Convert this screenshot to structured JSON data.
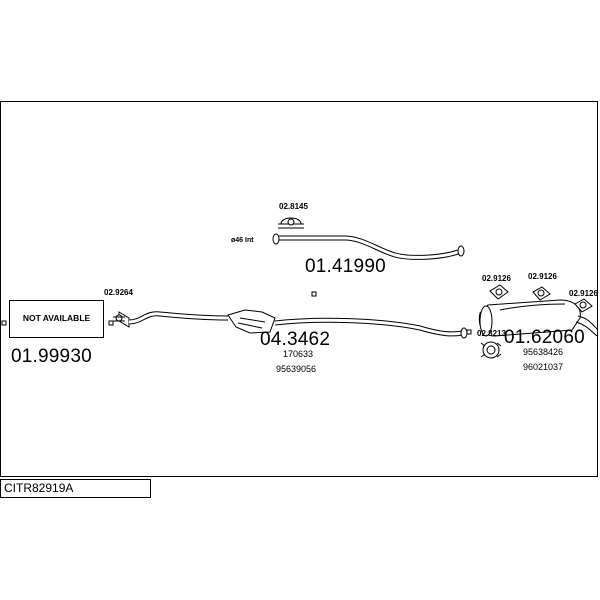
{
  "reference": "CITR82919A",
  "not_available": "NOT AVAILABLE",
  "parts": {
    "front_pipe": "01.99930",
    "middle_pipe": "04.3462",
    "middle_pipe_refs": [
      "170633",
      "95639056"
    ],
    "tail_pipe": "01.41990",
    "tail_pipe_spec": "ø46 Int",
    "rear_silencer": "01.62060",
    "rear_silencer_refs": [
      "95638426",
      "96021037"
    ]
  },
  "fittings": {
    "clamp_front": "02.9264",
    "clamp_tail": "02.8145",
    "hanger_rear_1": "02.9126",
    "hanger_rear_2": "02.9126",
    "hanger_rear_3": "02.9126",
    "clamp_rear": "02.8213"
  }
}
